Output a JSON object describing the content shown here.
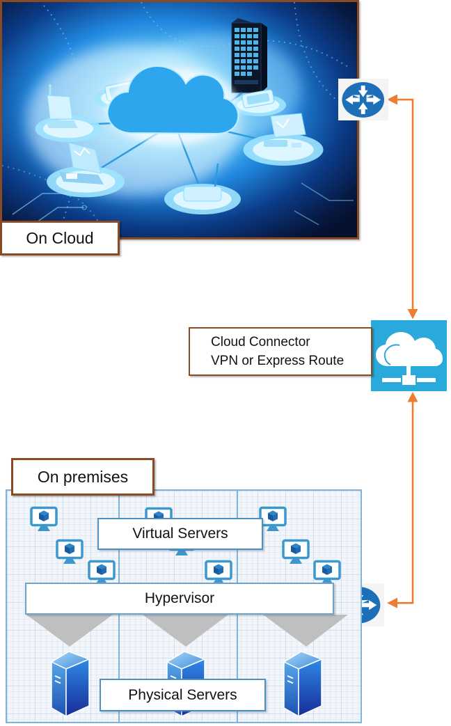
{
  "labels": {
    "on_cloud": "On Cloud",
    "on_premises": "On premises",
    "cloud_connector_line1": "Cloud Connector",
    "cloud_connector_line2": "VPN or Express Route",
    "virtual_servers": "Virtual Servers",
    "hypervisor": "Hypervisor",
    "physical_servers": "Physical Servers"
  },
  "diagram": {
    "regions": [
      {
        "name": "on-cloud",
        "label": "On Cloud",
        "content": "photo of cloud computing network with connected devices and server"
      },
      {
        "name": "cloud-connector",
        "label": "Cloud Connector VPN or Express Route",
        "icon": "azure-cloud-network-icon"
      },
      {
        "name": "on-premises",
        "label": "On premises",
        "layers": [
          "Virtual Servers",
          "Hypervisor",
          "Physical Servers"
        ]
      }
    ],
    "connections": [
      {
        "from": "cloud-connector",
        "to": "router-top",
        "style": "orange elbow arrow, double-headed"
      },
      {
        "from": "cloud-connector",
        "to": "router-bottom",
        "style": "orange elbow arrow, double-headed"
      }
    ],
    "counts": {
      "columns": 3,
      "vm_icons_per_column": 3,
      "physical_server_towers": 3,
      "routers": 2,
      "funnels": 3
    }
  },
  "icons": [
    "cloud-network-photo",
    "router-icon-top",
    "router-icon-bottom",
    "azure-cloud-network-icon",
    "vm-monitor-icon",
    "server-tower-icon",
    "funnel-triangle"
  ],
  "colors": {
    "accent_orange": "#ED7D31",
    "brown_border": "#8A4A22",
    "azure_blue": "#29A9DC",
    "router_blue": "#1D6FB8",
    "blue_box_border": "#4A90C4",
    "hypervisor_border": "#6FA3CC",
    "grid_border": "#7EB3DC",
    "grid_line": "#CFDEEC",
    "monitor_blue": "#3E97CC",
    "funnel_gray": "#BFBFBF",
    "tower_blue_dark": "#172C96",
    "tower_blue_bright": "#2F88E6"
  }
}
